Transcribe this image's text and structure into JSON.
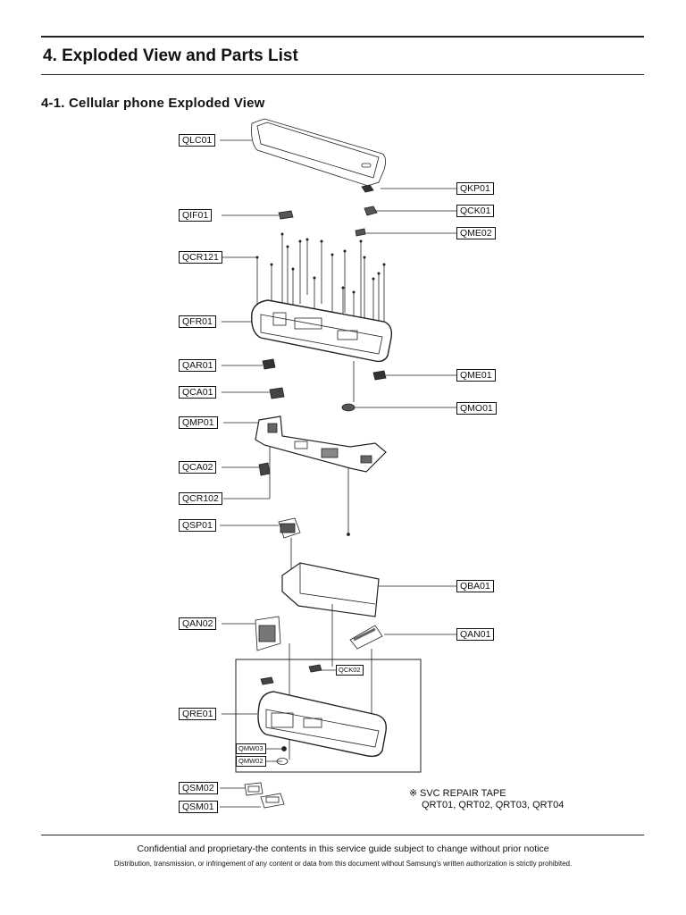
{
  "header": {
    "title": "4. Exploded View and Parts List",
    "subtitle": "4-1. Cellular phone Exploded View"
  },
  "labels": {
    "qlc01": "QLC01",
    "qkp01": "QKP01",
    "qif01": "QIF01",
    "qck01": "QCK01",
    "qme02": "QME02",
    "qcr121": "QCR121",
    "qfr01": "QFR01",
    "qar01": "QAR01",
    "qme01": "QME01",
    "qca01": "QCA01",
    "qmo01": "QMO01",
    "qmp01": "QMP01",
    "qca02": "QCA02",
    "qcr102": "QCR102",
    "qsp01": "QSP01",
    "qba01": "QBA01",
    "qan02": "QAN02",
    "qan01": "QAN01",
    "qck02": "QCK02",
    "qre01": "QRE01",
    "qmw03": "QMW03",
    "qmw02": "QMW02",
    "qsm02": "QSM02",
    "qsm01": "QSM01"
  },
  "note": {
    "mark": "※",
    "line1": "SVC REPAIR TAPE",
    "line2": "QRT01, QRT02, QRT03, QRT04"
  },
  "footer": {
    "line1": "Confidential and proprietary-the contents in this service guide subject to change without prior notice",
    "line2": "Distribution, transmission, or infringement of any content or data from this document without Samsung's written authorization is strictly prohibited."
  }
}
